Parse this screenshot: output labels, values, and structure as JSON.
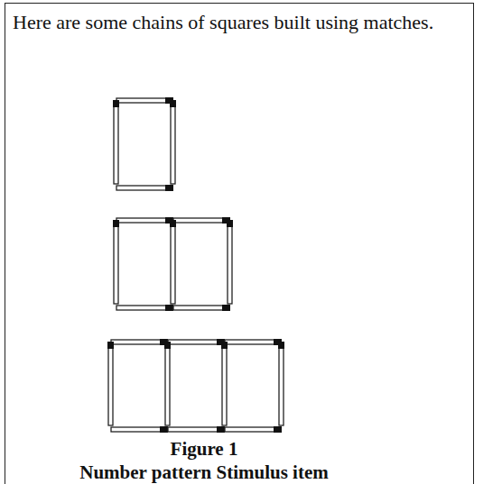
{
  "diagram": {
    "caption": "Figure 1",
    "labels": [
      "Here are some chains of squares built using matches.",
      "Number pattern Stimulus item"
    ]
  }
}
